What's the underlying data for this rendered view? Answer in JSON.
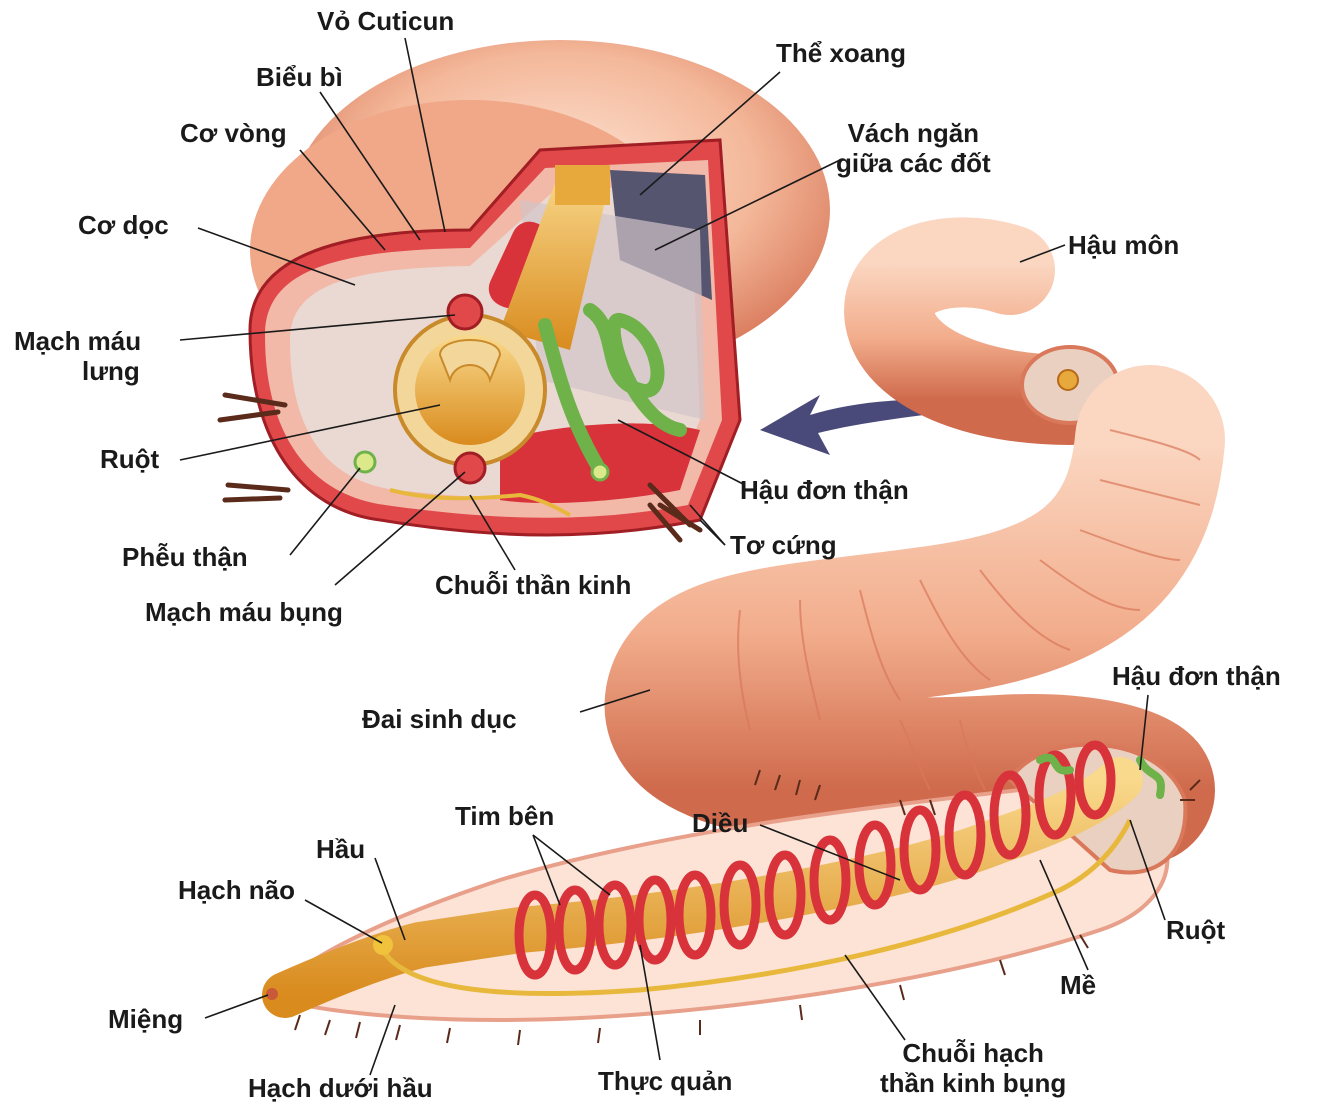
{
  "labels": {
    "vo_cuticun": "Vỏ Cuticun",
    "bieu_bi": "Biểu bì",
    "co_vong": "Cơ vòng",
    "co_doc": "Cơ dọc",
    "mach_mau_lung_1": "Mạch máu",
    "mach_mau_lung_2": "lưng",
    "ruot_top": "Ruột",
    "pheu_than": "Phễu thận",
    "mach_mau_bung": "Mạch máu bụng",
    "chuoi_than_kinh": "Chuỗi thần kinh",
    "the_xoang": "Thể xoang",
    "vach_ngan_1": "Vách ngăn",
    "vach_ngan_2": "giữa các đốt",
    "hau_mon": "Hậu môn",
    "hau_don_than_top": "Hậu đơn thận",
    "to_cung": "Tơ cứng",
    "dai_sinh_duc": "Đai sinh dục",
    "hau_don_than_right": "Hậu đơn thận",
    "tim_ben": "Tim bên",
    "dieu": "Diều",
    "hau": "Hầu",
    "hach_nao": "Hạch não",
    "mieng": "Miệng",
    "hach_duoi_hau": "Hạch dưới hầu",
    "thuc_quan": "Thực quản",
    "chuoi_hach_1": "Chuỗi hạch",
    "chuoi_hach_2": "thần kinh bụng",
    "me": "Mề",
    "ruot_bottom": "Ruột"
  },
  "colors": {
    "body": "#f4b89a",
    "body_dark": "#d9785a",
    "muscle_red": "#d8323a",
    "intestine": "#e8a93c",
    "nephridium": "#6fb24a",
    "coelom": "#e9d9d2",
    "arrow": "#4a4a7a"
  }
}
